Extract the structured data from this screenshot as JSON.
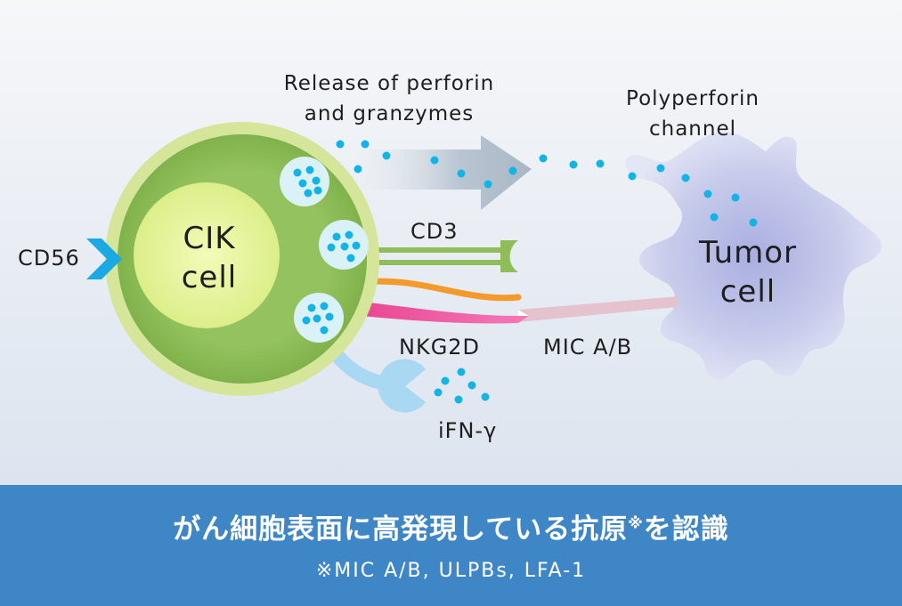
{
  "labels": {
    "release": [
      "Release of perforin",
      "and granzymes"
    ],
    "polyperforin": [
      "Polyperforin",
      "channel"
    ],
    "cik_cell": [
      "CIK",
      "cell"
    ],
    "tumor_cell": [
      "Tumor",
      "cell"
    ],
    "cd56": "CD56",
    "cd3": "CD3",
    "nkg2d": "NKG2D",
    "mic_ab": "MIC A/B",
    "ifn": "iFN-γ"
  },
  "footer": {
    "title_before": "がん細胞表面に高発現している抗原",
    "title_mark": "※",
    "title_after": "を認識",
    "note": "※MIC A/B, ULPBs, LFA-1"
  },
  "colors": {
    "background_top": "#f4f6f9",
    "background_bottom": "#dfe6f0",
    "cik_outer": "#d8e69a",
    "cik_body": "#8fbd5a",
    "cik_nucleus": "#e8f59e",
    "granule": "#d9f1f7",
    "dot": "#12b4e6",
    "tumor": "#c4c9ea",
    "cd3_receptor": "#8fbd5a",
    "orange_ligand": "#f39a2b",
    "nkg2d": "#ef5fa5",
    "mic_ab": "#e4c2cf",
    "ifn_receptor": "#a5d7f1",
    "footer_band": "#3f86c6"
  }
}
